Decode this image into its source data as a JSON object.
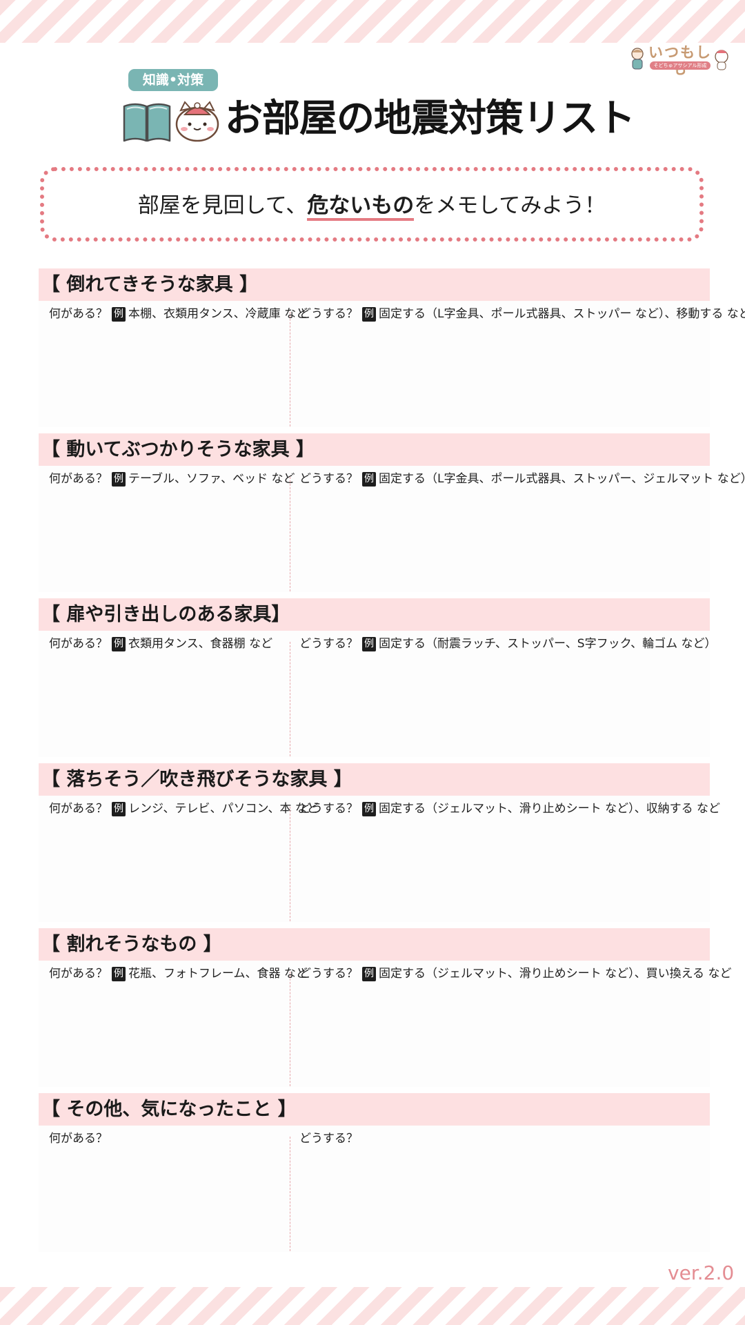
{
  "header": {
    "tag": "知識•対策",
    "title": "お部屋の地震対策リスト",
    "logo": {
      "name": "いつもしも",
      "sub": "そどちゅアサシアル形成"
    }
  },
  "notice": {
    "before": "部屋を見回して、",
    "emphasis": "危ないもの",
    "after": "をメモしてみよう！"
  },
  "labels": {
    "what": "何がある？",
    "how": "どうする？",
    "example": "例"
  },
  "sections": [
    {
      "title": "【 倒れてきそうな家具 】",
      "what_example": "本棚、衣類用タンス、冷蔵庫 など",
      "how_example": "固定する（L字金具、ポール式器具、ストッパー など）、移動する など"
    },
    {
      "title": "【 動いてぶつかりそうな家具 】",
      "what_example": "テーブル、ソファ、ベッド など",
      "how_example": "固定する（L字金具、ポール式器具、ストッパー、ジェルマット など）"
    },
    {
      "title": "【 扉や引き出しのある家具】",
      "what_example": "衣類用タンス、食器棚 など",
      "how_example": "固定する（耐震ラッチ、ストッパー、S字フック、輪ゴム など）"
    },
    {
      "title": "【 落ちそう／吹き飛びそうな家具 】",
      "what_example": "レンジ、テレビ、パソコン、本 など",
      "how_example": "固定する（ジェルマット、滑り止めシート など）、収納する など"
    },
    {
      "title": "【 割れそうなもの 】",
      "what_example": "花瓶、フォトフレーム、食器 など",
      "how_example": "固定する（ジェルマット、滑り止めシート など）、買い換える など"
    },
    {
      "title": "【 その他、気になったこと 】",
      "what_example": "",
      "how_example": ""
    }
  ],
  "footer": {
    "version": "ver.2.0"
  },
  "colors": {
    "accent": "#e47a82",
    "section_bg": "#fde0e1",
    "tag": "#7ab5b3"
  }
}
